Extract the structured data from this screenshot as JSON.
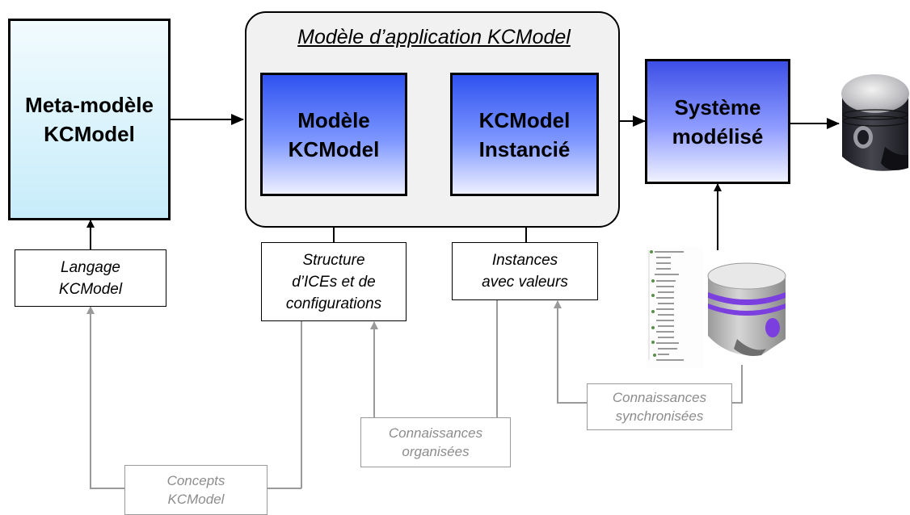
{
  "container": {
    "title": "Modèle d’application KCModel"
  },
  "nodes": {
    "meta_model": "Meta-modèle\nKCModel",
    "model": "Modèle\nKCModel",
    "instantiated": "KCModel\nInstancié",
    "system": "Système\nmodélisé"
  },
  "labels": {
    "language": "Langage\nKCModel",
    "structure": "Structure\nd’ICEs et de\nconfigurations",
    "instances": "Instances\navec valeurs"
  },
  "knowledge": {
    "concepts": "Concepts\nKCModel",
    "organised": "Connaissances\norganisées",
    "synchronised": "Connaissances\nsynchronisées"
  },
  "images": {
    "piston_photo": "piston-photo",
    "piston_cad": "piston-cad-model",
    "feature_tree": "cad-feature-tree"
  },
  "colors": {
    "arrow_black": "#000000",
    "arrow_gray": "#9a9a9a",
    "meta_fill": "#cdeefa",
    "blue_fill": "#3556f0",
    "piston_band": "#7b3fe0"
  }
}
